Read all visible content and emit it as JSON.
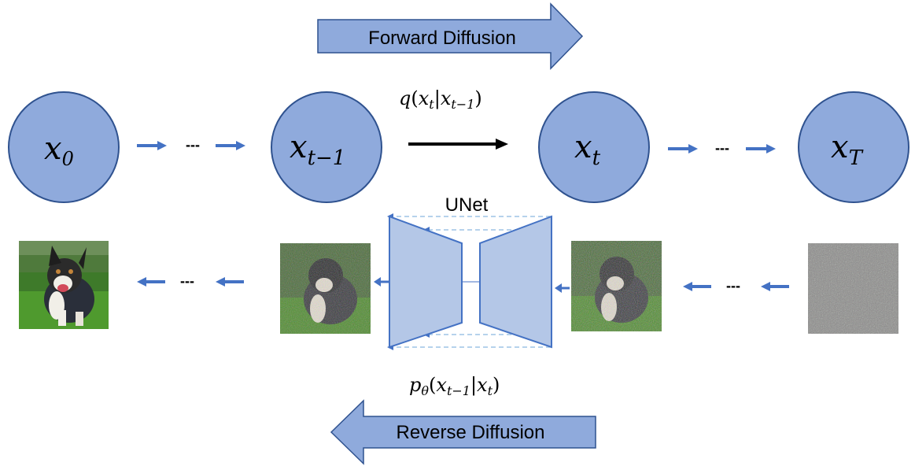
{
  "forward_label": "Forward Diffusion",
  "reverse_label": "Reverse Diffusion",
  "unet_label": "UNet",
  "ellipsis": "---",
  "forward_formula": {
    "fn": "q",
    "open": "(",
    "x1": "x",
    "s1": "t",
    "bar": "|",
    "x2": "x",
    "s2": "t−1",
    "close": ")"
  },
  "reverse_formula": {
    "fn": "p",
    "fn_sub": "θ",
    "open": "(",
    "x1": "x",
    "s1": "t−1",
    "bar": "|",
    "x2": "x",
    "s2": "t",
    "close": ")"
  },
  "states": [
    {
      "base": "x",
      "sub": "0"
    },
    {
      "base": "x",
      "sub": "t−1"
    },
    {
      "base": "x",
      "sub": "t"
    },
    {
      "base": "x",
      "sub": "T"
    }
  ],
  "colors": {
    "node_fill": "#8faadc",
    "node_stroke": "#2f528f",
    "arrow_blue": "#4472c4",
    "block_fill": "#b4c7e7",
    "block_stroke": "#4472c4",
    "dashed": "#9dc3e6"
  }
}
